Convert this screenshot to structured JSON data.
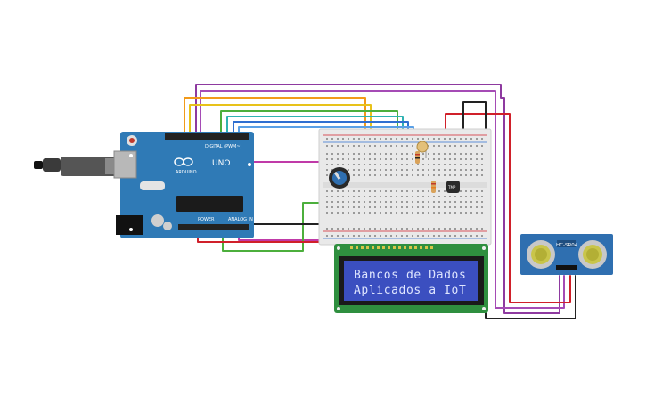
{
  "colors": {
    "arduino_board": "#2f7ab6",
    "breadboard": "#e9e9e9",
    "lcd_pcb": "#2f8f3f",
    "lcd_screen": "#3b4fc0",
    "sensor_board": "#2f6fb0",
    "wire_purple": "#8e3aa0",
    "wire_orange": "#f29a1a",
    "wire_yellow": "#e8c21a",
    "wire_green": "#4caf3c",
    "wire_teal": "#2fb2b2",
    "wire_blue": "#2f6fd0",
    "wire_red": "#d0202a",
    "wire_black": "#222222",
    "wire_magenta": "#c03aa8"
  },
  "arduino": {
    "model": "UNO",
    "brand": "ARDUINO",
    "digital_label": "DIGITAL (PWM~)",
    "power_label": "POWER",
    "analog_label": "ANALOG IN"
  },
  "lcd": {
    "line1": "Bancos de Dados",
    "line2": "Aplicados a IoT"
  },
  "ultrasonic": {
    "model": "HC-SR04"
  },
  "temp_sensor": {
    "label": "TMP"
  },
  "icons": [
    "usb-cable-icon",
    "potentiometer-icon",
    "photoresistor-icon",
    "temperature-sensor-icon",
    "ultrasonic-sensor-icon"
  ]
}
